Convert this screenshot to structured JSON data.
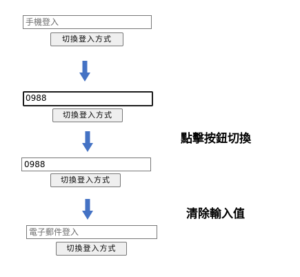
{
  "step1": {
    "placeholder": "手機登入",
    "button_label": "切換登入方式"
  },
  "step2": {
    "value": "0988",
    "button_label": "切換登入方式"
  },
  "step3": {
    "value": "0988",
    "button_label": "切換登入方式"
  },
  "step4": {
    "placeholder": "電子郵件登入",
    "button_label": "切換登入方式"
  },
  "annotations": {
    "click_toggle": "點擊按鈕切換",
    "clear_input": "清除輸入值"
  },
  "colors": {
    "arrow": "#4472c4"
  },
  "icons": {
    "arrow": "arrow-down-icon"
  }
}
